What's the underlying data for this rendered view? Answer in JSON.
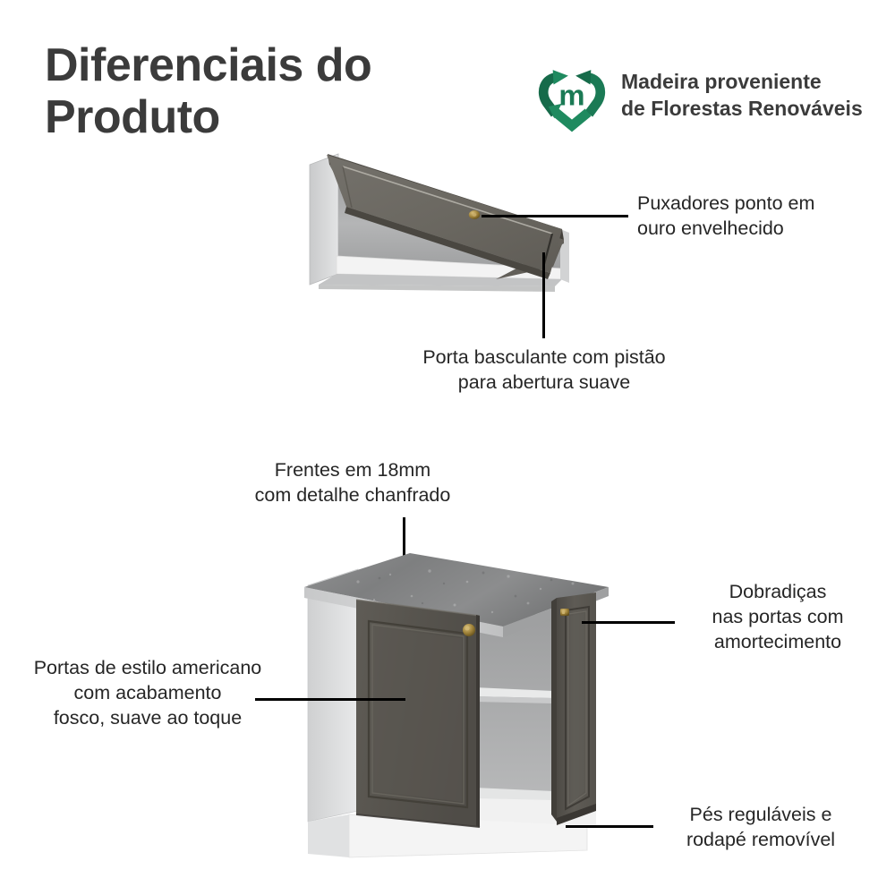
{
  "header": {
    "title": "Diferenciais do Produto",
    "title_line1": "Diferenciais do",
    "title_line2": "Produto"
  },
  "eco_badge": {
    "icon": "recycle-heart-icon",
    "monogram": "m",
    "line1": "Madeira proveniente",
    "line2": "de Florestas Renováveis",
    "color": "#1b7a55"
  },
  "callouts": [
    {
      "id": "handles",
      "line1": "Puxadores ponto em",
      "line2": "ouro envelhecido"
    },
    {
      "id": "lift-door",
      "line1": "Porta basculante com pistão",
      "line2": "para abertura suave"
    },
    {
      "id": "fronts",
      "line1": "Frentes em 18mm",
      "line2": "com detalhe chanfrado"
    },
    {
      "id": "hinges",
      "line1": "Dobradiças",
      "line2": "nas portas com",
      "line3": "amortecimento"
    },
    {
      "id": "doors-style",
      "line1": "Portas de estilo americano",
      "line2": "com acabamento",
      "line3": "fosco, suave ao toque"
    },
    {
      "id": "feet",
      "line1": "Pés reguláveis e",
      "line2": "rodapé removível"
    }
  ],
  "illustrations": {
    "wall_cabinet": {
      "name": "wall-cabinet-illustration",
      "door_color": "#6b6761",
      "body_color": "#d8d9da",
      "knob_color": "#9a7e36"
    },
    "base_cabinet": {
      "name": "base-cabinet-illustration",
      "door_color": "#57544e",
      "countertop_color": "#8e8f90",
      "body_color": "#f2f2f2",
      "knob_color": "#9a7e36"
    }
  },
  "colors": {
    "background": "#ffffff",
    "title": "#3b3b3b",
    "text": "#262626",
    "leader_line": "#000000"
  }
}
